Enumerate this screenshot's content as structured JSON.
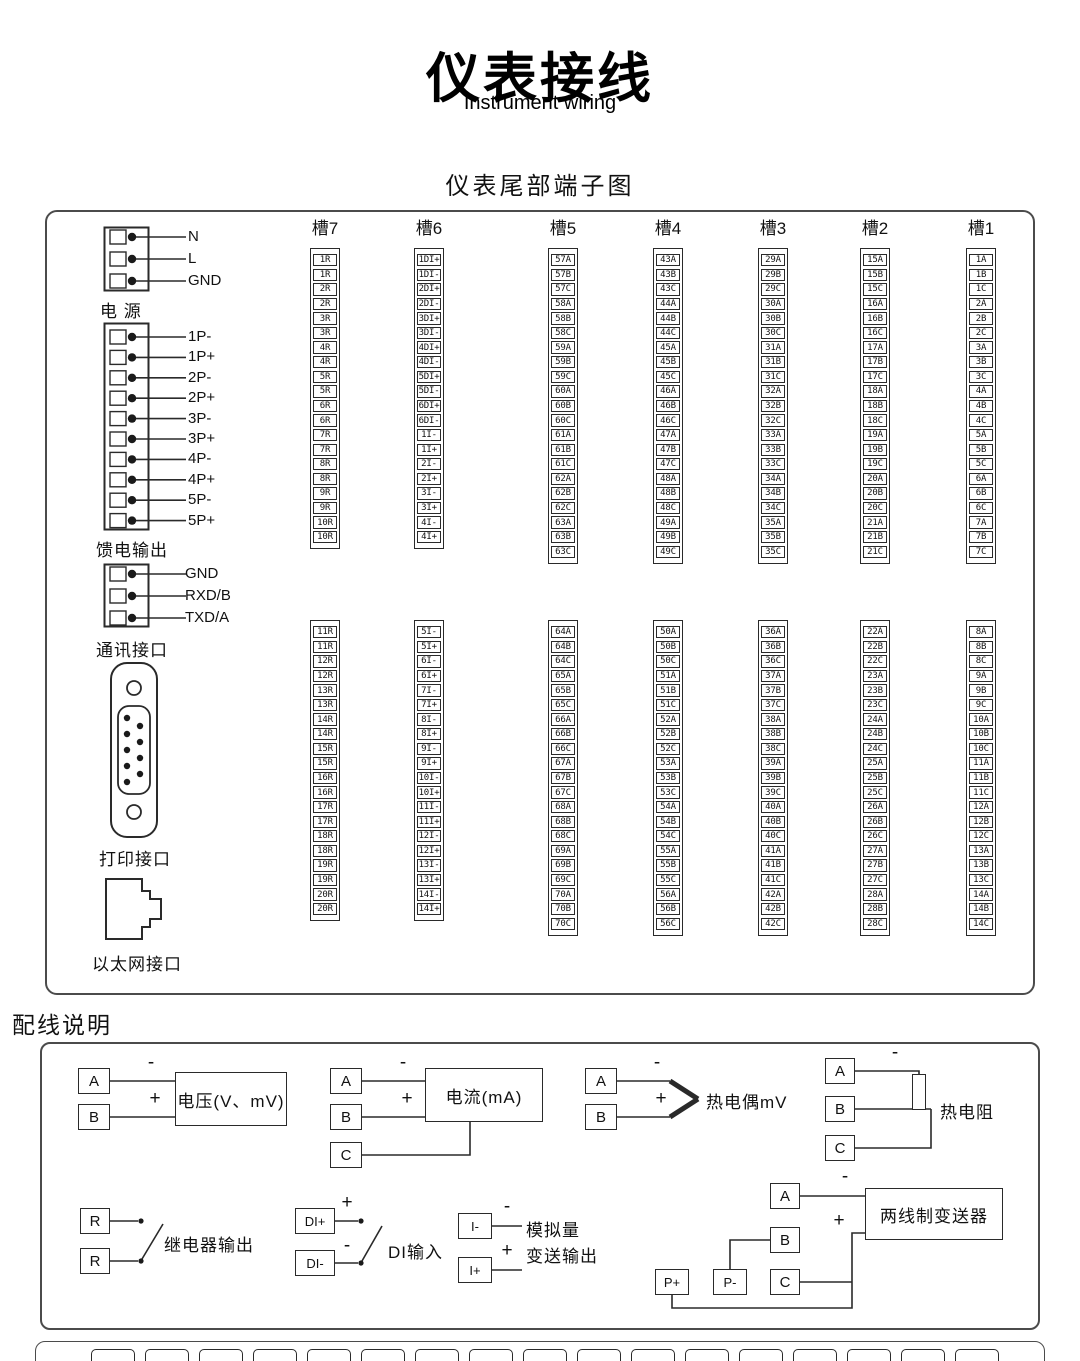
{
  "colors": {
    "ink": "#1a1a1a",
    "border": "#4b4b4b"
  },
  "header": {
    "title": "仪表接线",
    "subtitle": "Instrument wiring"
  },
  "terminal_section": {
    "title": "仪表尾部端子图",
    "slots": [
      {
        "label": "槽7",
        "top": [
          "1R",
          "1R",
          "2R",
          "2R",
          "3R",
          "3R",
          "4R",
          "4R",
          "5R",
          "5R",
          "6R",
          "6R",
          "7R",
          "7R",
          "8R",
          "8R",
          "9R",
          "9R",
          "10R",
          "10R"
        ],
        "bottom": [
          "11R",
          "11R",
          "12R",
          "12R",
          "13R",
          "13R",
          "14R",
          "14R",
          "15R",
          "15R",
          "16R",
          "16R",
          "17R",
          "17R",
          "18R",
          "18R",
          "19R",
          "19R",
          "20R",
          "20R"
        ]
      },
      {
        "label": "槽6",
        "top": [
          "1DI+",
          "1DI-",
          "2DI+",
          "2DI-",
          "3DI+",
          "3DI-",
          "4DI+",
          "4DI-",
          "5DI+",
          "5DI-",
          "6DI+",
          "6DI-",
          "1I-",
          "1I+",
          "2I-",
          "2I+",
          "3I-",
          "3I+",
          "4I-",
          "4I+"
        ],
        "bottom": [
          "5I-",
          "5I+",
          "6I-",
          "6I+",
          "7I-",
          "7I+",
          "8I-",
          "8I+",
          "9I-",
          "9I+",
          "10I-",
          "10I+",
          "11I-",
          "11I+",
          "12I-",
          "12I+",
          "13I-",
          "13I+",
          "14I-",
          "14I+"
        ]
      },
      {
        "label": "槽5",
        "top": [
          "57A",
          "57B",
          "57C",
          "58A",
          "58B",
          "58C",
          "59A",
          "59B",
          "59C",
          "60A",
          "60B",
          "60C",
          "61A",
          "61B",
          "61C",
          "62A",
          "62B",
          "62C",
          "63A",
          "63B",
          "63C"
        ],
        "bottom": [
          "64A",
          "64B",
          "64C",
          "65A",
          "65B",
          "65C",
          "66A",
          "66B",
          "66C",
          "67A",
          "67B",
          "67C",
          "68A",
          "68B",
          "68C",
          "69A",
          "69B",
          "69C",
          "70A",
          "70B",
          "70C"
        ]
      },
      {
        "label": "槽4",
        "top": [
          "43A",
          "43B",
          "43C",
          "44A",
          "44B",
          "44C",
          "45A",
          "45B",
          "45C",
          "46A",
          "46B",
          "46C",
          "47A",
          "47B",
          "47C",
          "48A",
          "48B",
          "48C",
          "49A",
          "49B",
          "49C"
        ],
        "bottom": [
          "50A",
          "50B",
          "50C",
          "51A",
          "51B",
          "51C",
          "52A",
          "52B",
          "52C",
          "53A",
          "53B",
          "53C",
          "54A",
          "54B",
          "54C",
          "55A",
          "55B",
          "55C",
          "56A",
          "56B",
          "56C"
        ]
      },
      {
        "label": "槽3",
        "top": [
          "29A",
          "29B",
          "29C",
          "30A",
          "30B",
          "30C",
          "31A",
          "31B",
          "31C",
          "32A",
          "32B",
          "32C",
          "33A",
          "33B",
          "33C",
          "34A",
          "34B",
          "34C",
          "35A",
          "35B",
          "35C"
        ],
        "bottom": [
          "36A",
          "36B",
          "36C",
          "37A",
          "37B",
          "37C",
          "38A",
          "38B",
          "38C",
          "39A",
          "39B",
          "39C",
          "40A",
          "40B",
          "40C",
          "41A",
          "41B",
          "41C",
          "42A",
          "42B",
          "42C"
        ]
      },
      {
        "label": "槽2",
        "top": [
          "15A",
          "15B",
          "15C",
          "16A",
          "16B",
          "16C",
          "17A",
          "17B",
          "17C",
          "18A",
          "18B",
          "18C",
          "19A",
          "19B",
          "19C",
          "20A",
          "20B",
          "20C",
          "21A",
          "21B",
          "21C"
        ],
        "bottom": [
          "22A",
          "22B",
          "22C",
          "23A",
          "23B",
          "23C",
          "24A",
          "24B",
          "24C",
          "25A",
          "25B",
          "25C",
          "26A",
          "26B",
          "26C",
          "27A",
          "27B",
          "27C",
          "28A",
          "28B",
          "28C"
        ]
      },
      {
        "label": "槽1",
        "top": [
          "1A",
          "1B",
          "1C",
          "2A",
          "2B",
          "2C",
          "3A",
          "3B",
          "3C",
          "4A",
          "4B",
          "4C",
          "5A",
          "5B",
          "5C",
          "6A",
          "6B",
          "6C",
          "7A",
          "7B",
          "7C"
        ],
        "bottom": [
          "8A",
          "8B",
          "8C",
          "9A",
          "9B",
          "9C",
          "10A",
          "10B",
          "10C",
          "11A",
          "11B",
          "11C",
          "12A",
          "12B",
          "12C",
          "13A",
          "13B",
          "13C",
          "14A",
          "14B",
          "14C"
        ]
      }
    ],
    "left_panel": {
      "power": {
        "label": "电  源",
        "terminals": [
          "N",
          "L",
          "GND"
        ]
      },
      "feed": {
        "label": "馈电输出",
        "terminals": [
          "1P-",
          "1P+",
          "2P-",
          "2P+",
          "3P-",
          "3P+",
          "4P-",
          "4P+",
          "5P-",
          "5P+"
        ]
      },
      "comm": {
        "label": "通讯接口",
        "terminals": [
          "GND",
          "RXD/B",
          "TXD/A"
        ]
      },
      "printer": {
        "label": "打印接口"
      },
      "ethernet": {
        "label": "以太网接口"
      }
    }
  },
  "wiring_section": {
    "title": "配线说明",
    "diagrams": {
      "voltage": {
        "a": "A",
        "b": "B",
        "minus": "-",
        "plus": "+",
        "label": "电压(V、mV)"
      },
      "current": {
        "a": "A",
        "b": "B",
        "c": "C",
        "minus": "-",
        "plus": "+",
        "label": "电流(mA)"
      },
      "thermocouple": {
        "a": "A",
        "b": "B",
        "minus": "-",
        "plus": "+",
        "label": "热电偶mV"
      },
      "rtd": {
        "a": "A",
        "b": "B",
        "c": "C",
        "minus": "-",
        "label": "热电阻"
      },
      "relay": {
        "r1": "R",
        "r2": "R",
        "label": "继电器输出"
      },
      "di": {
        "p": "DI+",
        "n": "DI-",
        "plus": "+",
        "minus": "-",
        "label": "DI输入"
      },
      "analog_out": {
        "n": "I-",
        "p": "I+",
        "minus": "-",
        "plus": "+",
        "label_line1": "模拟量",
        "label_line2": "变送输出"
      },
      "transmitter": {
        "a": "A",
        "b": "B",
        "c": "C",
        "pp": "P+",
        "pn": "P-",
        "minus": "-",
        "plus": "+",
        "label": "两线制变送器"
      }
    }
  }
}
